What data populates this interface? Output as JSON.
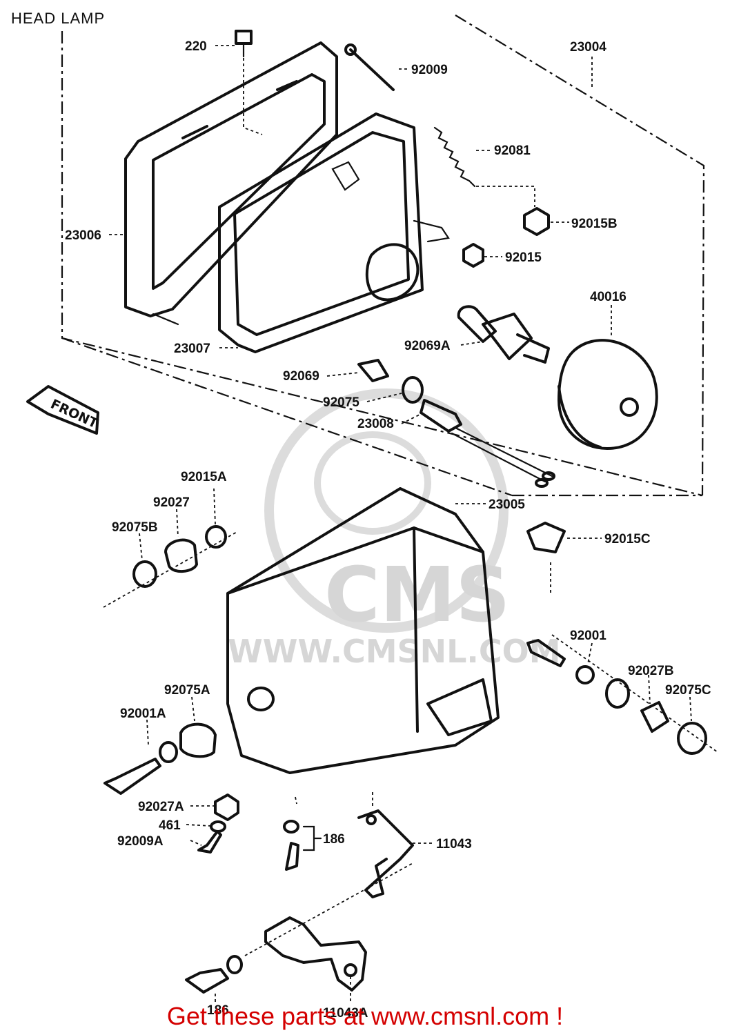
{
  "title": "HEAD LAMP",
  "footer_text": "Get these parts at www.cmsnl.com !",
  "colors": {
    "footer": "#d40000",
    "line_art": "#111111",
    "watermark": "#d6d6d6"
  },
  "front_marker": "FRONT",
  "watermark": {
    "logo": "CMS",
    "url": "WWW.CMSNL.COM"
  },
  "callouts": {
    "c220": "220",
    "c92009": "92009",
    "c23004": "23004",
    "c92081": "92081",
    "c92015B": "92015B",
    "c23006": "23006",
    "c92015": "92015",
    "c40016": "40016",
    "c23007": "23007",
    "c92069A": "92069A",
    "c92069": "92069",
    "c92075": "92075",
    "c23008": "23008",
    "c92015A": "92015A",
    "c23005": "23005",
    "c92027": "92027",
    "c92075B": "92075B",
    "c92015C": "92015C",
    "c92001": "92001",
    "c92027B": "92027B",
    "c92075A": "92075A",
    "c92075C": "92075C",
    "c92001A": "92001A",
    "c92027A": "92027A",
    "c461": "461",
    "c186a": "186",
    "c11043": "11043",
    "c92009A": "92009A",
    "c186b": "186",
    "c11043A": "11043A"
  }
}
